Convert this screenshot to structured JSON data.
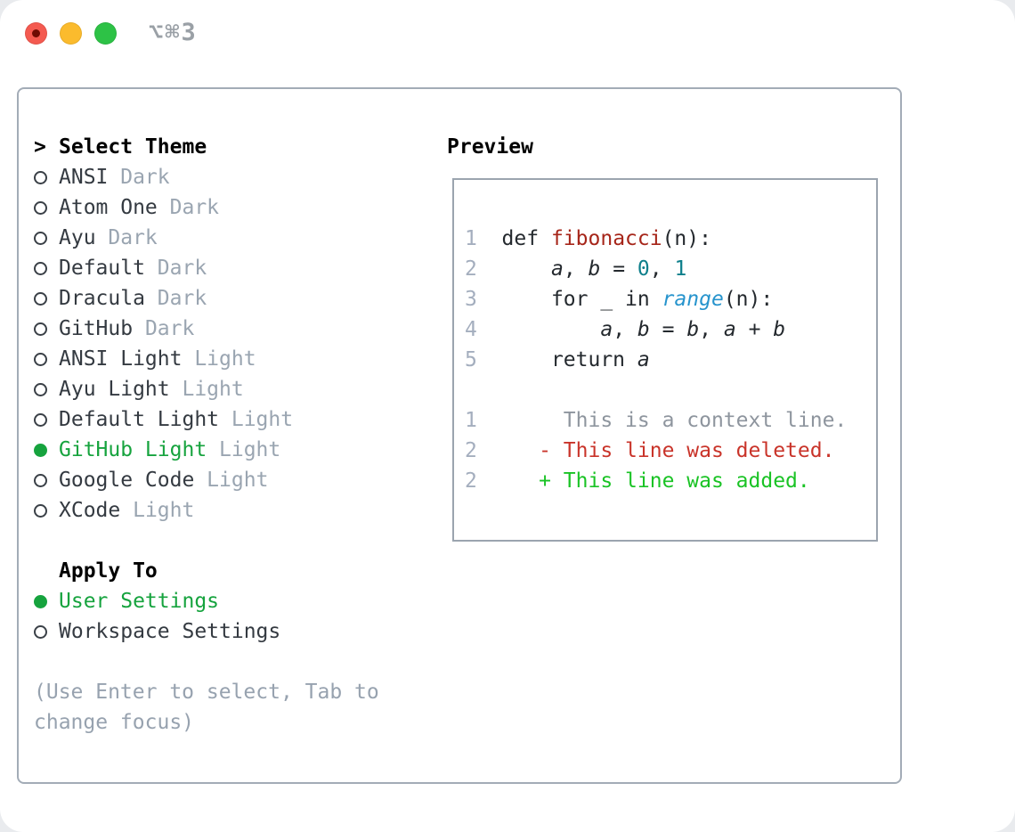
{
  "window": {
    "title_shortcut": "⌥⌘3"
  },
  "traffic_lights": {
    "close_color": "#f45a50",
    "close_dot_color": "#6e0b03",
    "minimize_color": "#fbbb2d",
    "maximize_color": "#2dc246"
  },
  "colors": {
    "selected_green": "#16a33e",
    "theme_variant_gray": "#9aa5b1",
    "hint_gray": "#97a2af",
    "line_number": "#a4aebe",
    "code_default": "#24292e",
    "code_function_red": "#a62519",
    "code_number_teal": "#0e7f8b",
    "code_builtin_blue": "#2794cd",
    "diff_context_gray": "#8e959e",
    "diff_deleted_red": "#c9342a",
    "diff_added_green": "#1ac325"
  },
  "theme_picker": {
    "prompt": ">",
    "header": "Select Theme",
    "items": [
      {
        "name": "ANSI",
        "variant": "Dark",
        "selected": false
      },
      {
        "name": "Atom One",
        "variant": "Dark",
        "selected": false
      },
      {
        "name": "Ayu",
        "variant": "Dark",
        "selected": false
      },
      {
        "name": "Default",
        "variant": "Dark",
        "selected": false
      },
      {
        "name": "Dracula",
        "variant": "Dark",
        "selected": false
      },
      {
        "name": "GitHub",
        "variant": "Dark",
        "selected": false
      },
      {
        "name": "ANSI Light",
        "variant": "Light",
        "selected": false
      },
      {
        "name": "Ayu Light",
        "variant": "Light",
        "selected": false
      },
      {
        "name": "Default Light",
        "variant": "Light",
        "selected": false
      },
      {
        "name": "GitHub Light",
        "variant": "Light",
        "selected": true
      },
      {
        "name": "Google Code",
        "variant": "Light",
        "selected": false
      },
      {
        "name": "XCode",
        "variant": "Light",
        "selected": false
      }
    ]
  },
  "apply_to": {
    "header": "Apply To",
    "options": [
      {
        "label": "User Settings",
        "selected": true
      },
      {
        "label": "Workspace Settings",
        "selected": false
      }
    ]
  },
  "hint": {
    "line1": "(Use Enter to select, Tab to",
    "line2": "change focus)"
  },
  "preview": {
    "title": "Preview",
    "lines": [
      {
        "number": "1",
        "tokens": [
          {
            "t": "  def ",
            "c": "default"
          },
          {
            "t": "fibonacci",
            "c": "function"
          },
          {
            "t": "(n):",
            "c": "default"
          }
        ]
      },
      {
        "number": "2",
        "tokens": [
          {
            "t": "      ",
            "c": "default"
          },
          {
            "t": "a",
            "c": "variable"
          },
          {
            "t": ", ",
            "c": "default"
          },
          {
            "t": "b",
            "c": "variable"
          },
          {
            "t": " = ",
            "c": "default"
          },
          {
            "t": "0",
            "c": "number"
          },
          {
            "t": ", ",
            "c": "default"
          },
          {
            "t": "1",
            "c": "number"
          }
        ]
      },
      {
        "number": "3",
        "tokens": [
          {
            "t": "      for _ in ",
            "c": "default"
          },
          {
            "t": "range",
            "c": "builtin"
          },
          {
            "t": "(n):",
            "c": "default"
          }
        ]
      },
      {
        "number": "4",
        "tokens": [
          {
            "t": "          ",
            "c": "default"
          },
          {
            "t": "a",
            "c": "variable"
          },
          {
            "t": ", ",
            "c": "default"
          },
          {
            "t": "b",
            "c": "variable"
          },
          {
            "t": " = ",
            "c": "default"
          },
          {
            "t": "b",
            "c": "variable"
          },
          {
            "t": ", ",
            "c": "default"
          },
          {
            "t": "a",
            "c": "variable"
          },
          {
            "t": " + ",
            "c": "default"
          },
          {
            "t": "b",
            "c": "variable"
          }
        ]
      },
      {
        "number": "5",
        "tokens": [
          {
            "t": "      return ",
            "c": "default"
          },
          {
            "t": "a",
            "c": "variable"
          }
        ]
      },
      {
        "number": "",
        "tokens": []
      },
      {
        "number": "1",
        "tokens": [
          {
            "t": "       This is a context line.",
            "c": "context"
          }
        ]
      },
      {
        "number": "2",
        "tokens": [
          {
            "t": "     - This line was deleted.",
            "c": "deleted"
          }
        ]
      },
      {
        "number": "2",
        "tokens": [
          {
            "t": "     + This line was added.",
            "c": "added"
          }
        ]
      }
    ]
  }
}
